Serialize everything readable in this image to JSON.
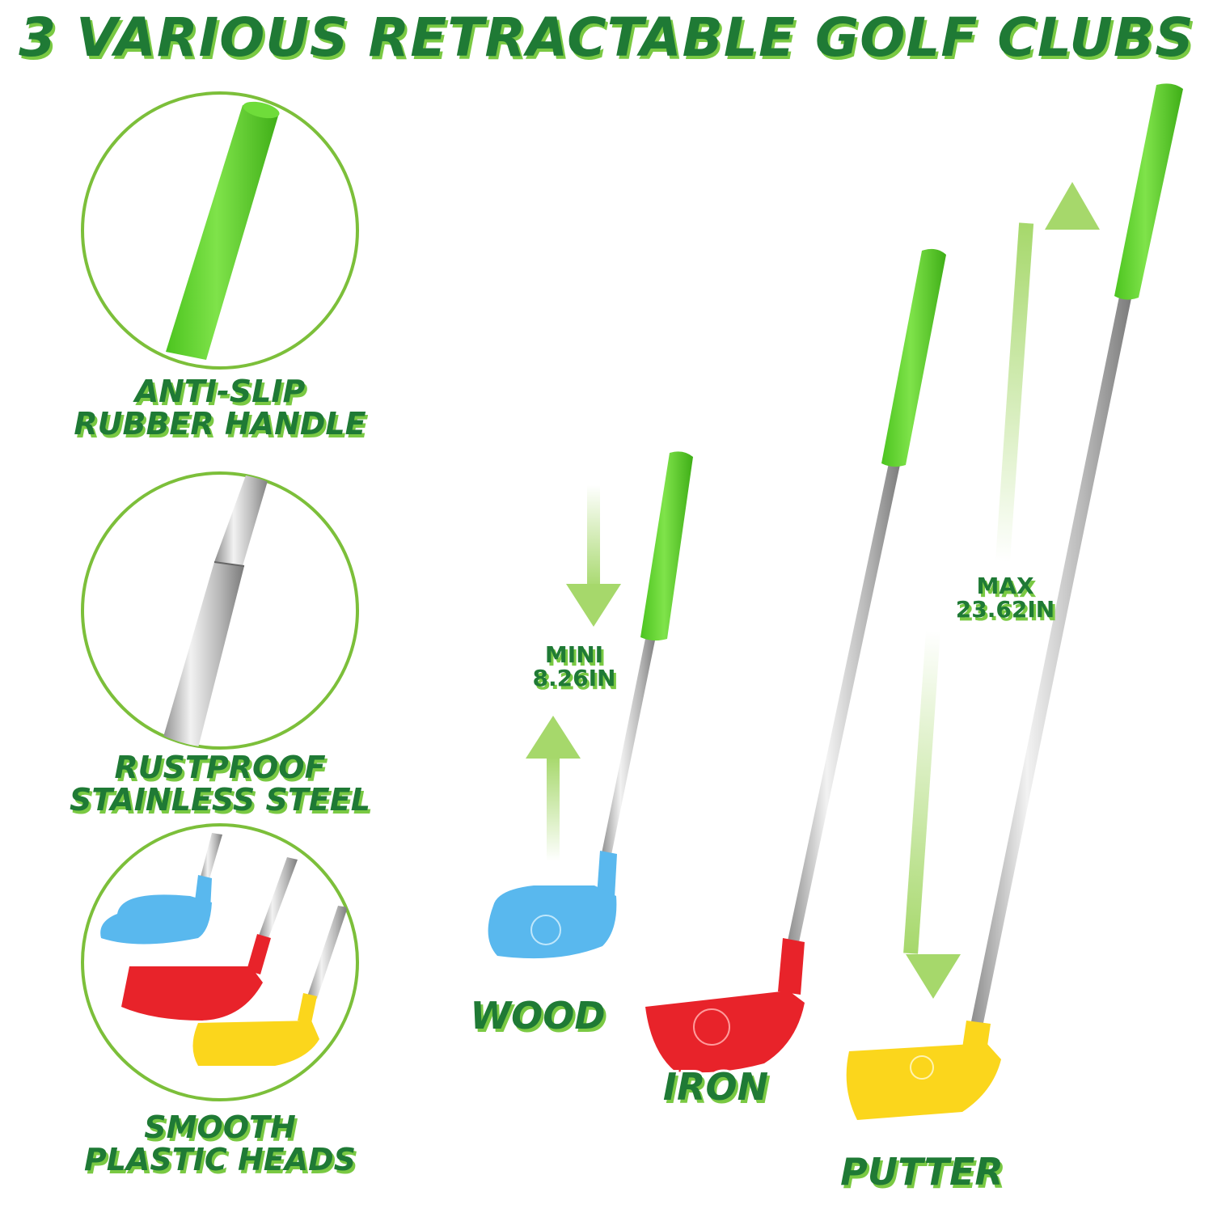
{
  "title": "3 VARIOUS RETRACTABLE GOLF CLUBS",
  "features": [
    {
      "line1": "ANTI-SLIP",
      "line2": "RUBBER HANDLE"
    },
    {
      "line1": "RUSTPROOF",
      "line2": "STAINLESS STEEL"
    },
    {
      "line1": "SMOOTH",
      "line2": "PLASTIC HEADS"
    }
  ],
  "length_min": {
    "line1": "MINI",
    "line2": "8.26IN"
  },
  "length_max": {
    "line1": "MAX",
    "line2": "23.62IN"
  },
  "clubs": {
    "wood": "WOOD",
    "iron": "IRON",
    "putter": "PUTTER"
  },
  "colors": {
    "text_fill": "#1f7a35",
    "text_outline": "#ffffff",
    "text_shadow": "#7ac943",
    "circle_border": "#7cbf3a",
    "grip": "#5dd62c",
    "steel": "#c9c9c9",
    "wood_head": "#59b8ee",
    "iron_head": "#e8232a",
    "putter_head": "#fbd61c",
    "arrow": "#a6d86b"
  }
}
